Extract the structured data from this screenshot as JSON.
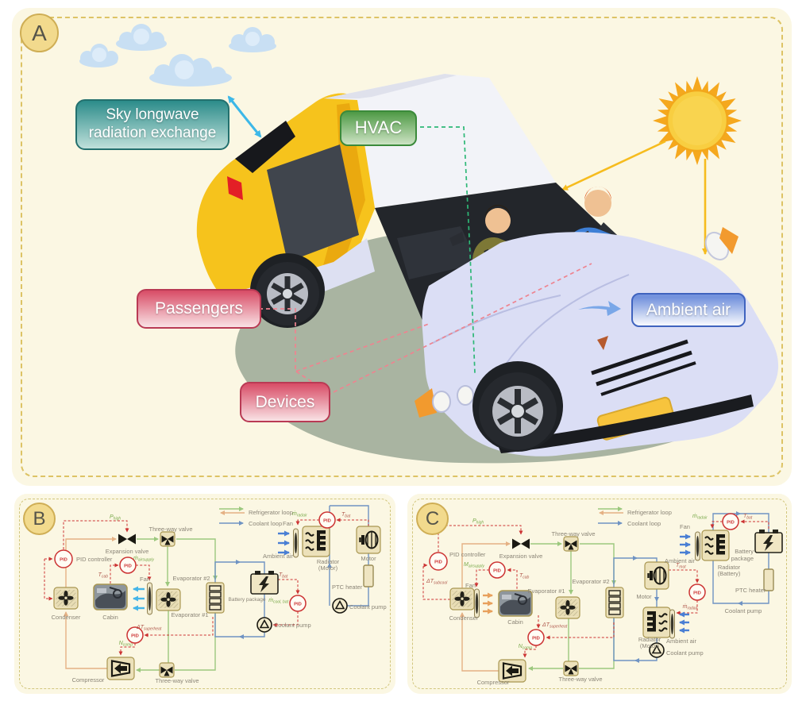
{
  "panel_a": {
    "badge": "A",
    "sky_line1": "Sky longwave",
    "sky_line2": "radiation exchange",
    "hvac": "HVAC",
    "passengers": "Passengers",
    "devices": "Devices",
    "ambient_air": "Ambient air"
  },
  "panel_b": {
    "badge": "B"
  },
  "panel_c": {
    "badge": "C"
  },
  "legend": {
    "refrigerator": "Refrigerator loop",
    "coolant": "Coolant loop"
  },
  "labels": {
    "pid_controller": "PID controller",
    "expansion_valve": "Expansion valve",
    "three_way_valve": "Three-way valve",
    "condenser": "Condenser",
    "cabin": "Cabin",
    "fan": "Fan",
    "evaporator_1": "Evaporator #1",
    "evaporator_2": "Evaporator #2",
    "battery_package": "Battery package",
    "battery_line1": "Battery",
    "battery_line2": "package",
    "coolant_pump": "Coolant pump",
    "ptc_heater": "PTC heater",
    "radiator": "Radiator",
    "motor_sub": "(Motor)",
    "battery_sub": "(Battery)",
    "motor": "Motor",
    "compressor": "Compressor",
    "ambient_air": "Ambient air",
    "pid": "PID"
  },
  "vars": {
    "p_high": {
      "m": "P",
      "s": "high"
    },
    "m_airsupply": {
      "m": "ṁ",
      "s": "airsupply"
    },
    "M_airsupply": {
      "m": "M",
      "s": "airsupply"
    },
    "t_cab": {
      "m": "T",
      "s": "cab"
    },
    "t_bat": {
      "m": "T",
      "s": "bat"
    },
    "t_mot": {
      "m": "T",
      "s": "mot"
    },
    "m_radair": {
      "m": "ṁ",
      "s": "radair"
    },
    "m_cool_bat": {
      "m": "ṁ",
      "s": "cool, bat"
    },
    "n_comp": {
      "m": "N",
      "s": "comp"
    },
    "dt_superheat": {
      "m": "ΔT",
      "s": "superheat"
    },
    "dt_subcool": {
      "m": "ΔT",
      "s": "subcool"
    }
  },
  "colors": {
    "panel_bg": "#fbf7e3",
    "panel_border_dash": "#ddc365",
    "tag_sky": "#2c8c8a",
    "tag_hvac": "#4e9a45",
    "tag_pink": "#d84c66",
    "tag_ambient": "#7493dd",
    "refrigerant_vapor": "#9cc87e",
    "refrigerant_liquid": "#e5b184",
    "coolant": "#6f93c3",
    "control_dash": "#cc3333",
    "var_green": "#79a94a",
    "var_red": "#b05a4e",
    "car_rear": "#f6c31c",
    "car_front": "#dbdef5",
    "sun": "#f8ce41"
  }
}
